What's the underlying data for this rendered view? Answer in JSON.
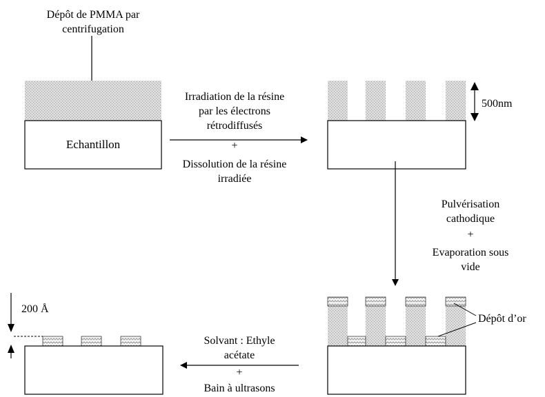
{
  "step1": {
    "title_line1": "Dépôt de PMMA par",
    "title_line2": "centrifugation",
    "sample_label": "Echantillon"
  },
  "step2": {
    "line1": "Irradiation de la résine",
    "line2": "par les électrons",
    "line3": "rétrodiffusés",
    "plus": "+",
    "line4": "Dissolution de la résine",
    "line5": "irradiée",
    "thickness": "500nm"
  },
  "step3": {
    "line1": "Pulvérisation",
    "line2": "cathodique",
    "plus": "+",
    "line3": "Evaporation sous",
    "line4": "vide",
    "gold_label": "Dépôt d’or"
  },
  "step4": {
    "line1": "Solvant : Ethyle",
    "line2": "acétate",
    "plus": "+",
    "line3": "Bain à ultrasons",
    "thickness": "200 Å"
  },
  "colors": {
    "resist": "#d4d4d4",
    "gold": "#eeeeee",
    "stroke": "#000000"
  }
}
